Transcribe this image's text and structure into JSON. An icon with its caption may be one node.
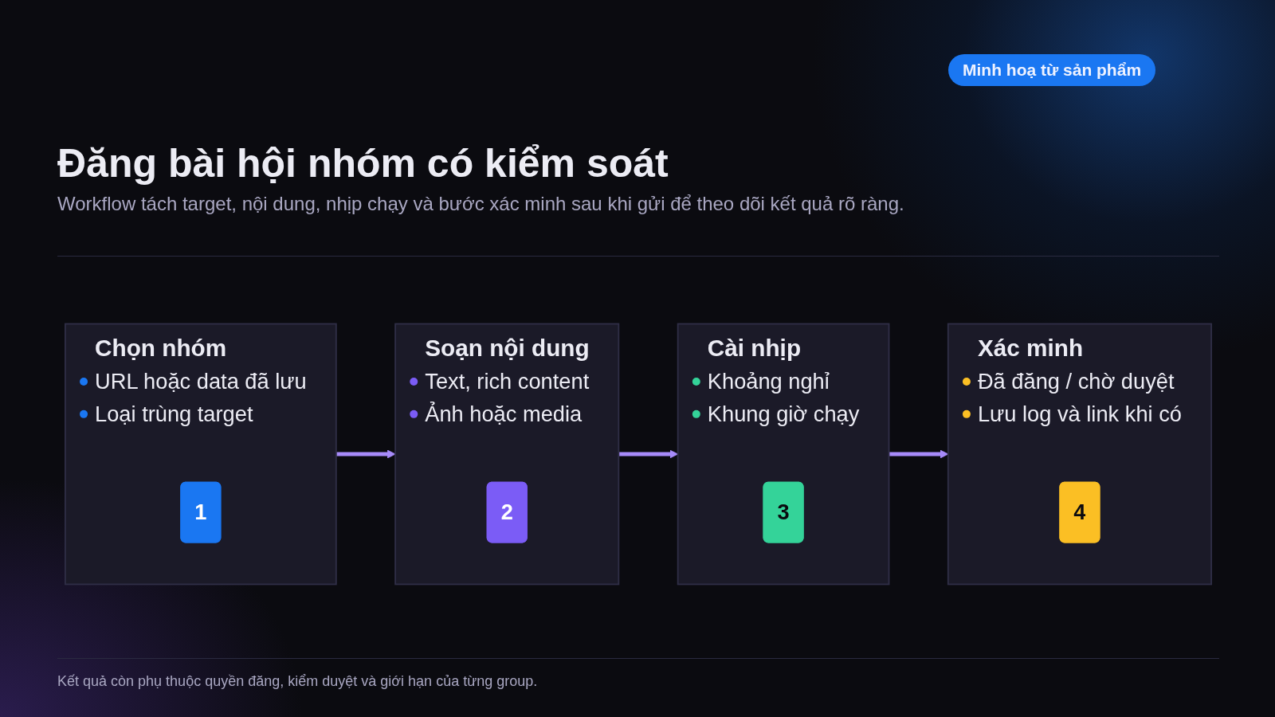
{
  "diagram": {
    "title": "Đăng bài hội nhóm có kiểm soát",
    "caption": "Kết quả còn phụ thuộc quyền đăng, kiểm duyệt và giới hạn của từng group.",
    "nodes": [
      {
        "text": [
          "Chọn nhóm",
          "URL hoặc data đã lưu",
          "Loại trùng target"
        ]
      },
      {
        "text": [
          "1"
        ],
        "in": 0
      },
      {
        "text": [
          "Soạn nội dung",
          "Text, rich content",
          "Ảnh hoặc media"
        ]
      },
      {
        "text": [
          "2"
        ],
        "in": 2
      },
      {
        "text": [
          "Cài nhịp",
          "Khoảng nghỉ",
          "Khung giờ chạy"
        ]
      },
      {
        "text": [
          "3"
        ],
        "in": 4
      },
      {
        "text": [
          "Xác minh",
          "Đã đăng / chờ duyệt",
          "Lưu log và link khi có"
        ]
      },
      {
        "text": [
          "4"
        ],
        "in": 6
      }
    ],
    "edges": [
      {
        "from": 0,
        "to": 2,
        "arrow": "to"
      },
      {
        "from": 2,
        "to": 4,
        "arrow": "to"
      },
      {
        "from": 4,
        "to": 6,
        "arrow": "to"
      }
    ],
    "labels": [
      "Minh hoạ từ sản phẩm",
      "Workflow tách target, nội dung, nhịp chạy và bước xác minh sau khi gửi để theo dõi kết quả rõ ràng."
    ]
  }
}
